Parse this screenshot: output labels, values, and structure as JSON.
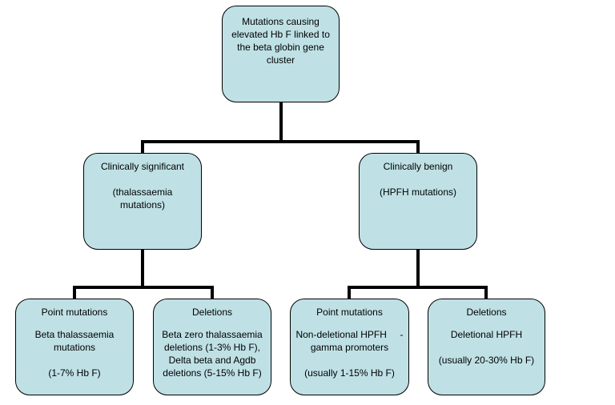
{
  "root": {
    "lines": [
      "Mutations causing",
      "elevated Hb F linked to",
      "the beta globin gene",
      "cluster"
    ]
  },
  "clinically_significant": {
    "title": "Clinically significant",
    "lines": [
      "(thalassaemia",
      "mutations)"
    ]
  },
  "clinically_benign": {
    "title": "Clinically benign",
    "lines": [
      "(HPFH mutations)"
    ]
  },
  "point_mutations_significant": {
    "title": "Point mutations",
    "lines": [
      "Beta thalassaemia",
      "mutations"
    ],
    "note": "(1-7% Hb F)"
  },
  "deletions_significant": {
    "title": "Deletions",
    "lines": [
      "Beta zero thalassaemia",
      "deletions (1-3% Hb F),",
      "Delta beta and Agdb",
      "deletions (5-15% Hb F)"
    ]
  },
  "point_mutations_benign": {
    "title": "Point mutations",
    "lines": [
      "Non-deletional HPFH     -",
      "gamma promoters"
    ],
    "note": "(usually 1-15% Hb F)"
  },
  "deletions_benign": {
    "title": "Deletions",
    "lines": [
      "Deletional HPFH"
    ],
    "note": "(usually 20-30% Hb F)"
  },
  "colors": {
    "box_fill": "#bfe1e6",
    "box_stroke": "#000000",
    "connector": "#000000"
  }
}
